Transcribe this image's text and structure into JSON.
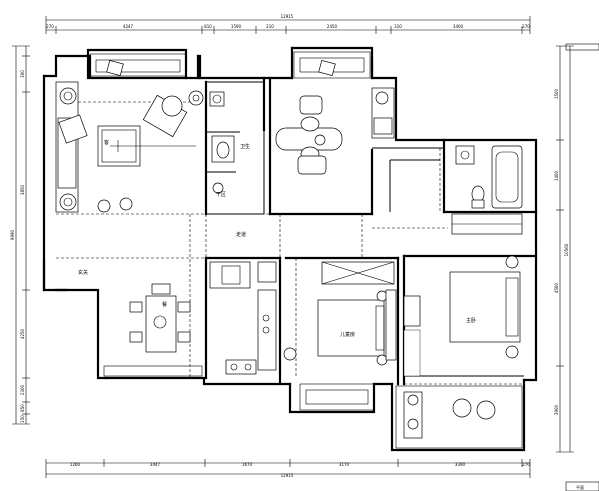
{
  "dimensions": {
    "top_total": "12915",
    "top_segments": [
      "4247",
      "810",
      "1590",
      "210",
      "2450",
      "310",
      "3400",
      "270"
    ],
    "bottom_total": "12915",
    "bottom_segments": [
      "1260",
      "3447",
      "1670",
      "3170",
      "3390",
      "270"
    ],
    "left_total": "9990",
    "left_segments": [
      "300",
      "3850",
      "4250",
      "2300",
      "850",
      "150"
    ],
    "right_total": "10560",
    "right_segments": [
      "1500",
      "1400",
      "4560",
      "3900"
    ]
  },
  "rooms": {
    "living_room": "客",
    "bathroom": "卫生",
    "dining": "餐",
    "corridor": "走道",
    "entrance": "玄关",
    "kids_room": "儿童房",
    "master_bedroom": "主卧",
    "wash": "干区"
  },
  "footer_label": "平面"
}
